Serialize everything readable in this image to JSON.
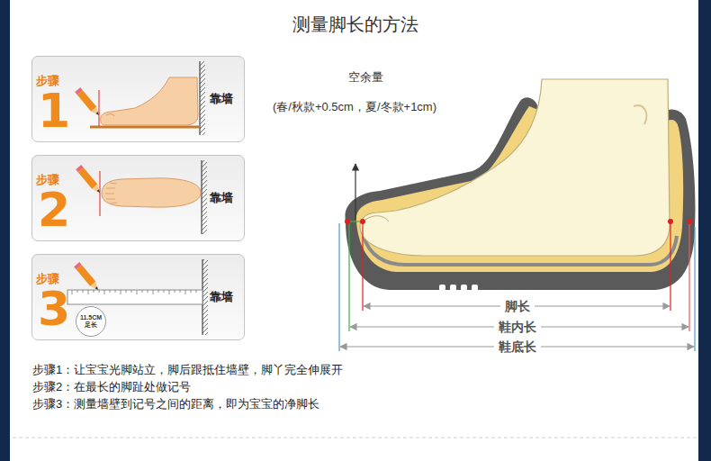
{
  "diagram": {
    "title": "测量脚长的方法",
    "nodes": [
      {
        "text": [
          "步骤",
          "1",
          "靠墙"
        ]
      },
      {
        "text": [
          "步骤",
          "2",
          "靠墙"
        ]
      },
      {
        "text": [
          "步骤",
          "3",
          "靠墙"
        ]
      },
      {
        "text": [
          "11.5CM 足长"
        ],
        "in": 2
      }
    ],
    "labels": [
      "空余量",
      "(春/秋款+0.5cm，夏/冬款+1cm)",
      "脚长",
      "鞋内长",
      "鞋底长",
      "步骤1：让宝宝光脚站立，脚后跟抵住墙壁，脚丫完全伸展开",
      "步骤2：在最长的脚趾处做记号",
      "步骤3：测量墙壁到记号之间的距离，即为宝宝的净脚长"
    ]
  }
}
